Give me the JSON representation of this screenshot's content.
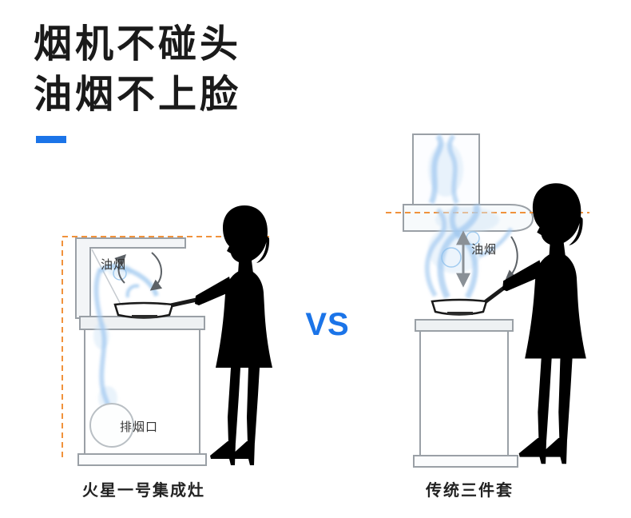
{
  "header": {
    "title_line1": "烟机不碰头",
    "title_line2": "油烟不上脸"
  },
  "comparison": {
    "vs": "VS",
    "left": {
      "smoke_label": "油烟",
      "vent_label": "排烟口",
      "caption": "火星一号集成灶"
    },
    "right": {
      "smoke_label": "油烟",
      "caption": "传统三件套"
    }
  },
  "colors": {
    "accent": "#1b74e8",
    "guide_line": "#f0923c",
    "smoke": "#9fc8ef",
    "silhouette": "#000000"
  }
}
